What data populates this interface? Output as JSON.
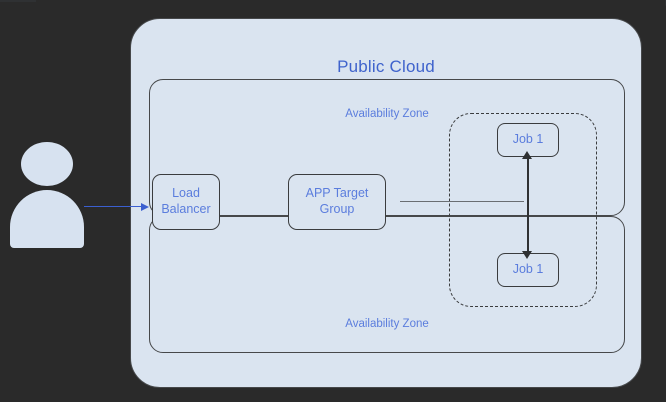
{
  "diagram": {
    "title": "Public Cloud",
    "background_color": "#2a2a2a",
    "cloud_fill": "#dae4f0",
    "accent_color": "#3f63cc",
    "label_color": "#5b7ddd",
    "stroke_color": "#46484a"
  },
  "actor": {
    "name": "user-actor",
    "fill": "#d7e2f0"
  },
  "zones": [
    {
      "label": "Availability Zone",
      "position": "top"
    },
    {
      "label": "Availability Zone",
      "position": "bottom"
    }
  ],
  "nodes": {
    "load_balancer": {
      "label": "Load\nBalancer",
      "line1": "Load",
      "line2": "Balancer"
    },
    "app_target_group": {
      "label": "APP Target\nGroup",
      "line1": "APP Target",
      "line2": "Group"
    },
    "job_top": {
      "label": "Job 1"
    },
    "job_bottom": {
      "label": "Job 1"
    }
  },
  "connections": [
    {
      "from": "user-actor",
      "to": "load-balancer",
      "color": "#3b5fd0",
      "style": "solid-arrow"
    },
    {
      "from": "load-balancer",
      "to": "app-target-group",
      "color": "#2f3133",
      "style": "solid-arrow"
    },
    {
      "from": "app-target-group",
      "to": "job-group",
      "color": "#6a6e72",
      "style": "solid-line"
    },
    {
      "from": "job-top",
      "to": "job-bottom",
      "color": "#2f3133",
      "style": "double-arrow"
    }
  ],
  "job_group": {
    "name": "job-group",
    "border_style": "dashed"
  }
}
